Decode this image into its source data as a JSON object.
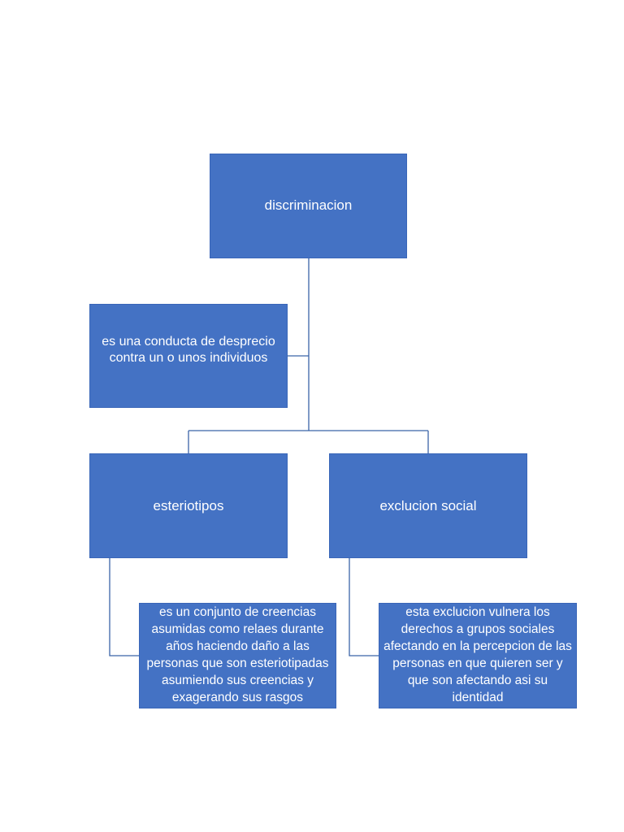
{
  "diagram": {
    "root": {
      "label": "discriminacion"
    },
    "definition": {
      "label": "es una conducta de desprecio contra un o unos individuos"
    },
    "stereotypes": {
      "label": "esteriotipos",
      "description": "es un conjunto de creencias asumidas como relaes durante años haciendo daño a las personas que son esteriotipadas asumiendo sus creencias y exagerando sus rasgos"
    },
    "exclusion": {
      "label": "exclucion social",
      "description": "esta exclucion vulnera los derechos a grupos sociales afectando en la percepcion de las personas en que quieren ser y que son afectando asi su identidad"
    },
    "colors": {
      "node_fill": "#4472c4",
      "node_text": "#ffffff",
      "connector": "#3b63a8"
    }
  }
}
